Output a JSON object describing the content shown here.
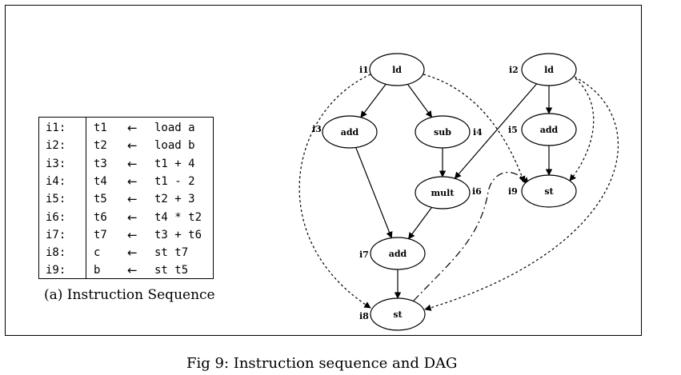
{
  "figure_caption": "Fig 9: Instruction sequence and DAG",
  "table_caption": "(a) Instruction Sequence",
  "instructions": [
    {
      "label": "i1:",
      "dest": "t1",
      "arrow": "←",
      "expr": "load a"
    },
    {
      "label": "i2:",
      "dest": "t2",
      "arrow": "←",
      "expr": "load b"
    },
    {
      "label": "i3:",
      "dest": "t3",
      "arrow": "←",
      "expr": "t1 + 4"
    },
    {
      "label": "i4:",
      "dest": "t4",
      "arrow": "←",
      "expr": "t1 - 2"
    },
    {
      "label": "i5:",
      "dest": "t5",
      "arrow": "←",
      "expr": "t2 + 3"
    },
    {
      "label": "i6:",
      "dest": "t6",
      "arrow": "←",
      "expr": "t4 * t2"
    },
    {
      "label": "i7:",
      "dest": "t7",
      "arrow": "←",
      "expr": "t3 + t6"
    },
    {
      "label": "i8:",
      "dest": "c",
      "arrow": "←",
      "expr": "st t7"
    },
    {
      "label": "i9:",
      "dest": "b",
      "arrow": "←",
      "expr": "st t5"
    }
  ],
  "dag": {
    "nodes": [
      {
        "key": "n1",
        "id": "i1",
        "op": "ld"
      },
      {
        "key": "n2",
        "id": "i2",
        "op": "ld"
      },
      {
        "key": "n3",
        "id": "i3",
        "op": "add"
      },
      {
        "key": "n4",
        "id": "i4",
        "op": "sub"
      },
      {
        "key": "n5",
        "id": "i5",
        "op": "add"
      },
      {
        "key": "n6",
        "id": "i6",
        "op": "mult"
      },
      {
        "key": "n7",
        "id": "i7",
        "op": "add"
      },
      {
        "key": "n8",
        "id": "i8",
        "op": "st"
      },
      {
        "key": "n9",
        "id": "i9",
        "op": "st"
      }
    ],
    "edges": [
      {
        "from": "n1",
        "to": "n3",
        "style": "solid"
      },
      {
        "from": "n1",
        "to": "n4",
        "style": "solid"
      },
      {
        "from": "n4",
        "to": "n6",
        "style": "solid"
      },
      {
        "from": "n2",
        "to": "n6",
        "style": "solid"
      },
      {
        "from": "n2",
        "to": "n5",
        "style": "solid"
      },
      {
        "from": "n5",
        "to": "n9",
        "style": "solid"
      },
      {
        "from": "n3",
        "to": "n7",
        "style": "solid"
      },
      {
        "from": "n6",
        "to": "n7",
        "style": "solid"
      },
      {
        "from": "n7",
        "to": "n8",
        "style": "solid"
      },
      {
        "from": "n1",
        "to": "n8",
        "style": "dotted"
      },
      {
        "from": "n1",
        "to": "n9",
        "style": "dotted"
      },
      {
        "from": "n2",
        "to": "n9",
        "style": "dotted"
      },
      {
        "from": "n2",
        "to": "n8",
        "style": "dotted"
      },
      {
        "from": "n8",
        "to": "n9",
        "style": "dashdot"
      }
    ]
  }
}
